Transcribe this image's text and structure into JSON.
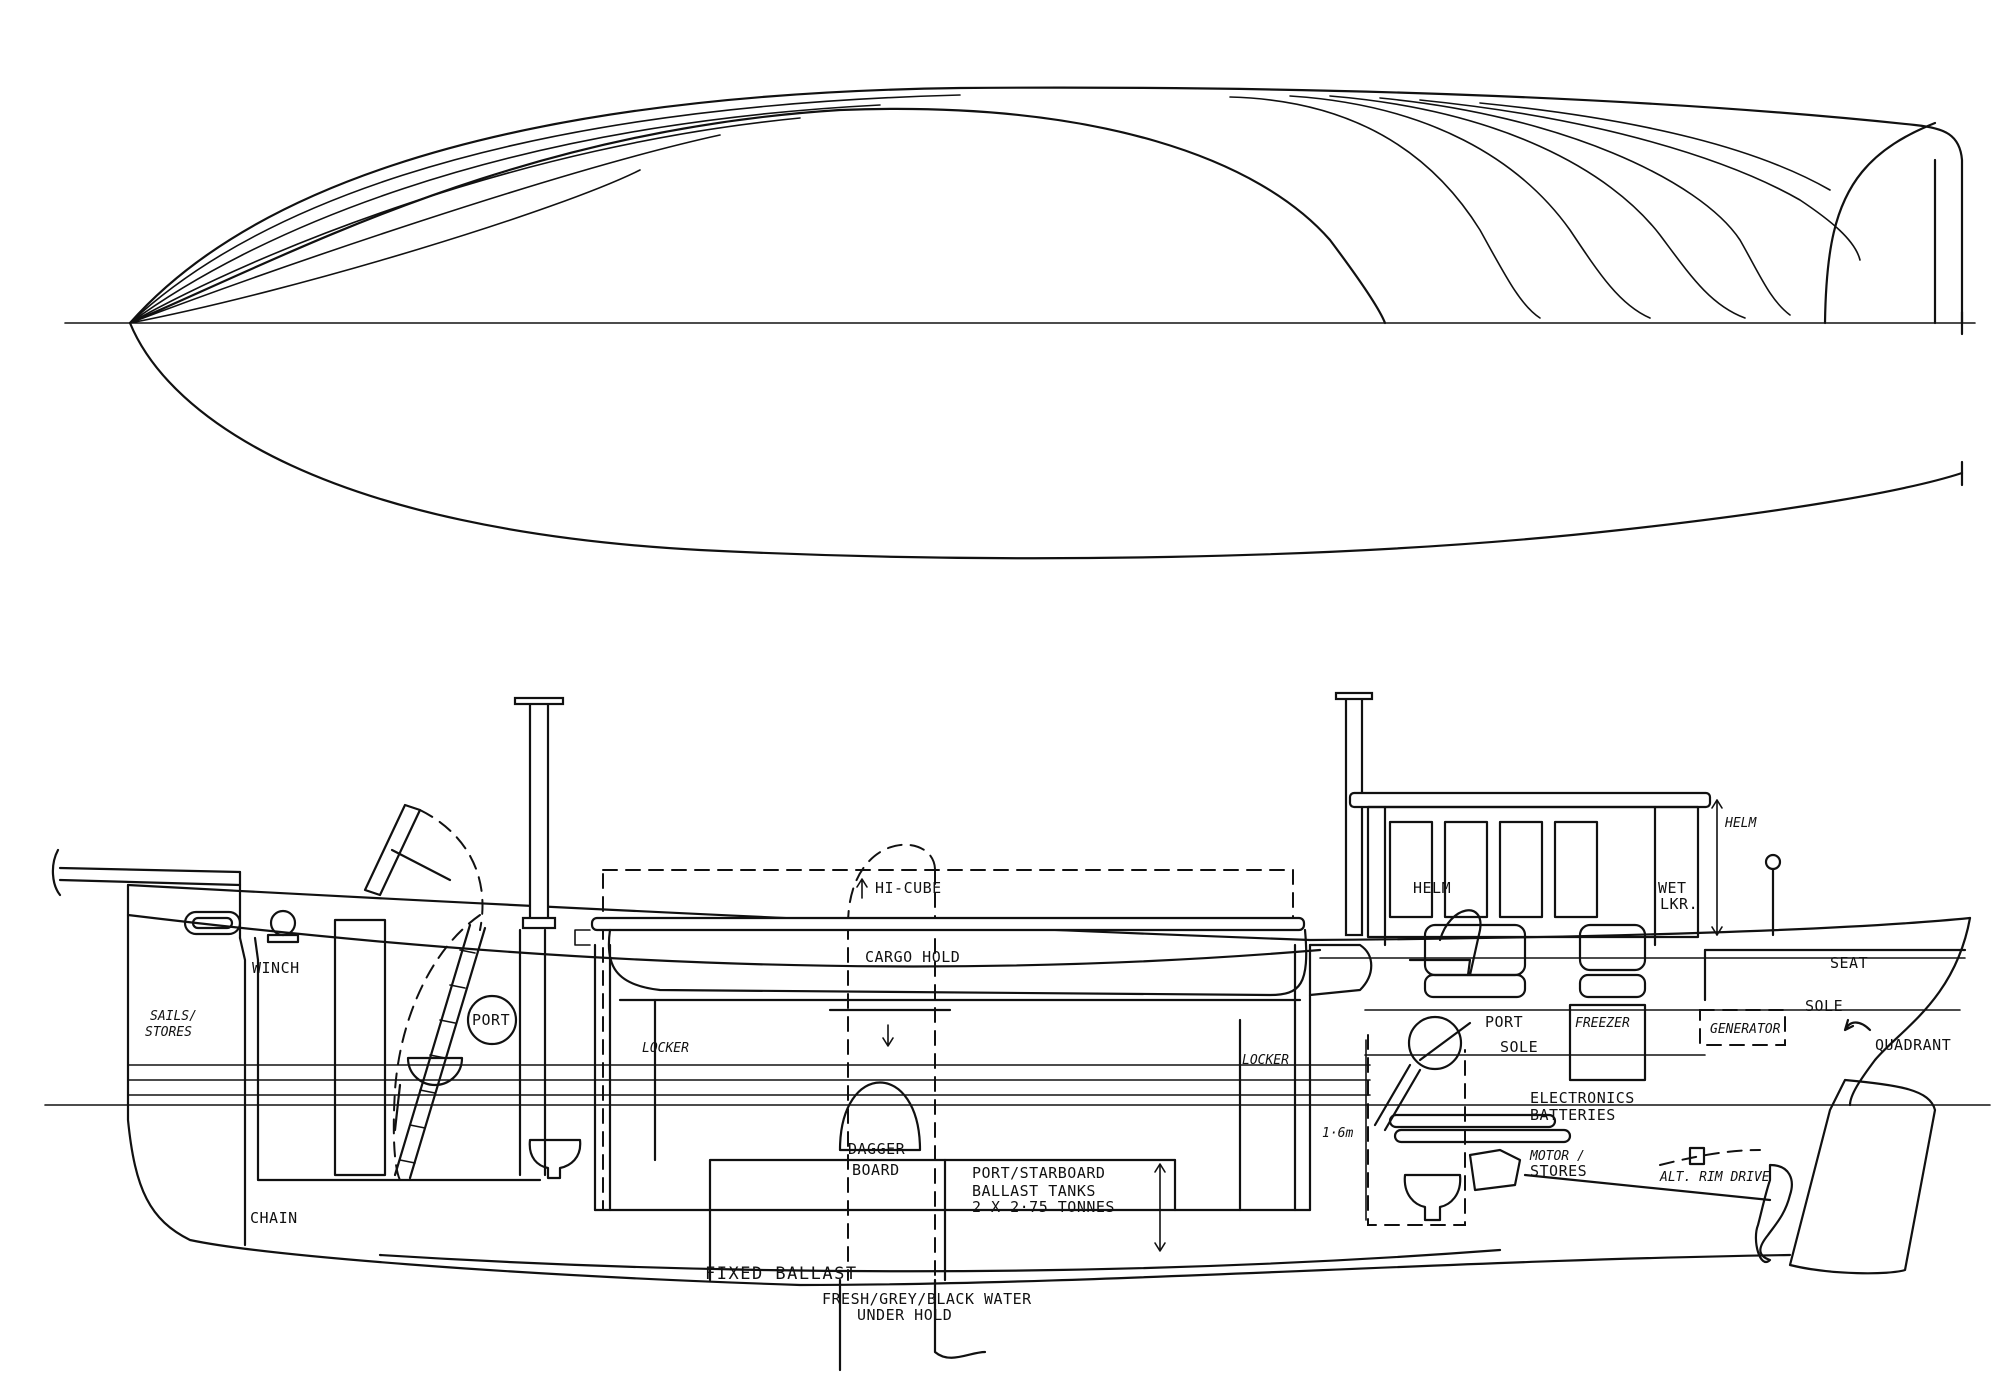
{
  "labels": {
    "winch": "WINCH",
    "sails": "SAILS/",
    "stores": "STORES",
    "port_fwd": "PORT",
    "chain": "CHAIN",
    "hi_cube": "HI-CUBE",
    "cargo_hold": "CARGO   HOLD",
    "locker_fwd": "LOCKER",
    "locker_aft": "LOCKER",
    "dagger": "DAGGER",
    "board": "BOARD",
    "ballast_1": "PORT/STARBOARD",
    "ballast_2": "BALLAST TANKS",
    "ballast_3": "2 X 2·75 TONNES",
    "fixed_ballast": "FIXED   BALLAST",
    "water_1": "FRESH/GREY/BLACK WATER",
    "water_2": "UNDER HOLD",
    "helm_top": "HELM",
    "helm": "HELM",
    "wet_1": "WET",
    "wet_2": "LKR.",
    "seat": "SEAT",
    "port_aft": "PORT",
    "freezer": "FREEZER",
    "sole_1": "SOLE",
    "sole_2": "SOLE",
    "generator": "GENERATOR",
    "quadrant": "QUADRANT",
    "electronics": "ELECTRONICS",
    "batteries": "BATTERIES",
    "height": "1·6m",
    "motor_1": "MOTOR /",
    "motor_2": "STORES",
    "rim_drive": "ALT. RIM DRIVE"
  }
}
